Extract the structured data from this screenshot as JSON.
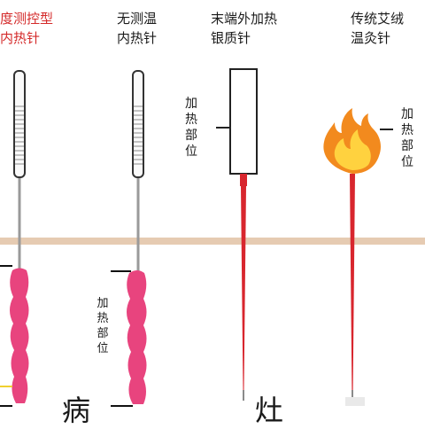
{
  "needles": [
    {
      "title_line1": "度测控型",
      "title_line2": "内热针",
      "title_color": "#d42a2a"
    },
    {
      "title_line1": "无测温",
      "title_line2": "内热针"
    },
    {
      "title_line1": "末端外加热",
      "title_line2": "银质针"
    },
    {
      "title_line1": "传统艾绒",
      "title_line2": "温灸针"
    }
  ],
  "heating_labels": {
    "needle2": "加\n热\n部\n位",
    "needle3": "加\n热\n部\n位",
    "needle4": "加\n热\n部\n位"
  },
  "zone_labels": {
    "lesion": "病",
    "stove": "灶"
  },
  "colors": {
    "lesion": "#e8447e",
    "needle_red": "#d8262e",
    "skin_line": "#e6cbb2",
    "flame_outer": "#f28a1e",
    "flame_inner": "#ffd23f"
  }
}
